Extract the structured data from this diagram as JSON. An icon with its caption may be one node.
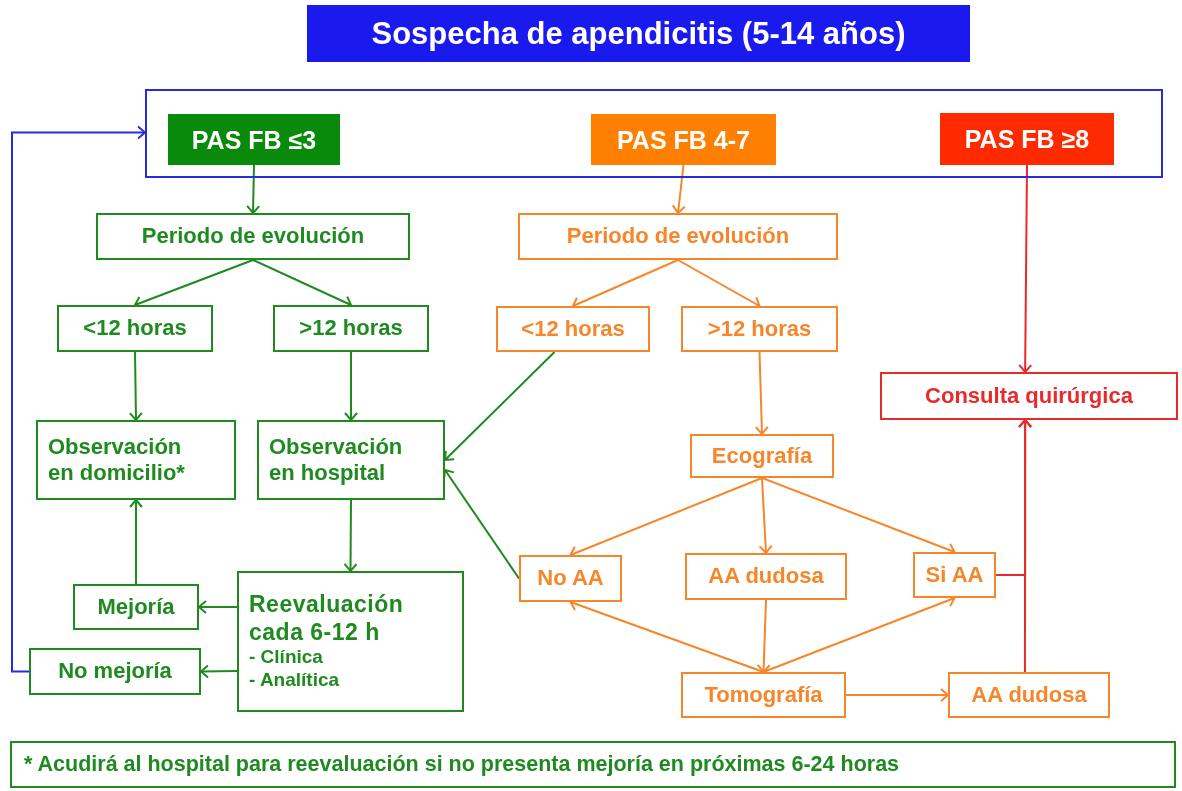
{
  "diagram": {
    "title": "Sospecha de apendicitis (5-14 años)",
    "nodes": [
      {
        "text": [],
        "shape": "box"
      },
      {
        "text": [
          "PAS FB ≤3"
        ],
        "in": 0
      },
      {
        "text": [
          "PAS FB 4-7"
        ],
        "in": 0
      },
      {
        "text": [
          "PAS FB ≥8"
        ],
        "in": 0
      },
      {
        "text": [
          "Periodo de evolución"
        ]
      },
      {
        "text": [
          "<12 horas"
        ]
      },
      {
        "text": [
          ">12 horas"
        ]
      },
      {
        "text": [
          "Observación en domicilio*"
        ]
      },
      {
        "text": [
          "Observación en hospital"
        ]
      },
      {
        "text": [
          "Mejoría"
        ]
      },
      {
        "text": [
          "Reevaluación cada 6-12 h",
          "- Clínica",
          "- Analítica"
        ]
      },
      {
        "text": [
          "No mejoría"
        ]
      },
      {
        "text": [
          "Periodo de evolución"
        ]
      },
      {
        "text": [
          "<12 horas"
        ]
      },
      {
        "text": [
          ">12 horas"
        ]
      },
      {
        "text": [
          "Ecografía"
        ]
      },
      {
        "text": [
          "No AA"
        ]
      },
      {
        "text": [
          "AA dudosa"
        ]
      },
      {
        "text": [
          "Si AA"
        ]
      },
      {
        "text": [
          "Tomografía"
        ]
      },
      {
        "text": [
          "AA dudosa"
        ]
      },
      {
        "text": [
          "Consulta quirúrgica"
        ]
      },
      {
        "text": [
          "* Acudirá al hospital para reevaluación si no presenta mejoría en próximas 6-24 horas"
        ]
      }
    ],
    "edges": [
      {
        "from": 1,
        "to": 4,
        "arrow": "to",
        "color": "#1f8a1f"
      },
      {
        "from": 4,
        "to": 5,
        "arrow": "to",
        "color": "#1f8a1f"
      },
      {
        "from": 4,
        "to": 6,
        "arrow": "to",
        "color": "#1f8a1f"
      },
      {
        "from": 5,
        "to": 7,
        "arrow": "to",
        "color": "#1f8a1f"
      },
      {
        "from": 6,
        "to": 8,
        "arrow": "to",
        "color": "#1f8a1f"
      },
      {
        "from": 13,
        "to": 8,
        "arrow": "to",
        "color": "#1f8a1f"
      },
      {
        "from": 16,
        "to": 8,
        "arrow": "to",
        "color": "#1f8a1f"
      },
      {
        "from": 8,
        "to": 10,
        "arrow": "to",
        "color": "#1f8a1f"
      },
      {
        "from": 10,
        "to": 9,
        "arrow": "to",
        "color": "#1f8a1f"
      },
      {
        "from": 10,
        "to": 11,
        "arrow": "to",
        "color": "#1f8a1f"
      },
      {
        "from": 9,
        "to": 7,
        "arrow": "to",
        "color": "#1f8a1f"
      },
      {
        "from": 11,
        "to": 0,
        "arrow": "to",
        "color": "#2a2ae0"
      },
      {
        "from": 2,
        "to": 12,
        "arrow": "to",
        "color": "#f5862a"
      },
      {
        "from": 12,
        "to": 13,
        "arrow": "to",
        "color": "#f5862a"
      },
      {
        "from": 12,
        "to": 14,
        "arrow": "to",
        "color": "#f5862a"
      },
      {
        "from": 14,
        "to": 15,
        "arrow": "to",
        "color": "#f5862a"
      },
      {
        "from": 15,
        "to": 16,
        "arrow": "to",
        "color": "#f5862a"
      },
      {
        "from": 15,
        "to": 17,
        "arrow": "to",
        "color": "#f5862a"
      },
      {
        "from": 15,
        "to": 18,
        "arrow": "to",
        "color": "#f5862a"
      },
      {
        "from": 17,
        "to": 19,
        "arrow": "to",
        "color": "#f5862a"
      },
      {
        "from": 19,
        "to": 16,
        "arrow": "to",
        "color": "#f5862a"
      },
      {
        "from": 19,
        "to": 18,
        "arrow": "to",
        "color": "#f5862a"
      },
      {
        "from": 19,
        "to": 20,
        "arrow": "to",
        "color": "#f5862a"
      },
      {
        "from": 3,
        "to": 21,
        "arrow": "to",
        "color": "#e82a2a"
      },
      {
        "from": 18,
        "to": 21,
        "arrow": "to",
        "color": "#e82a2a"
      },
      {
        "from": 20,
        "to": 21,
        "arrow": "to",
        "color": "#e82a2a"
      }
    ]
  }
}
